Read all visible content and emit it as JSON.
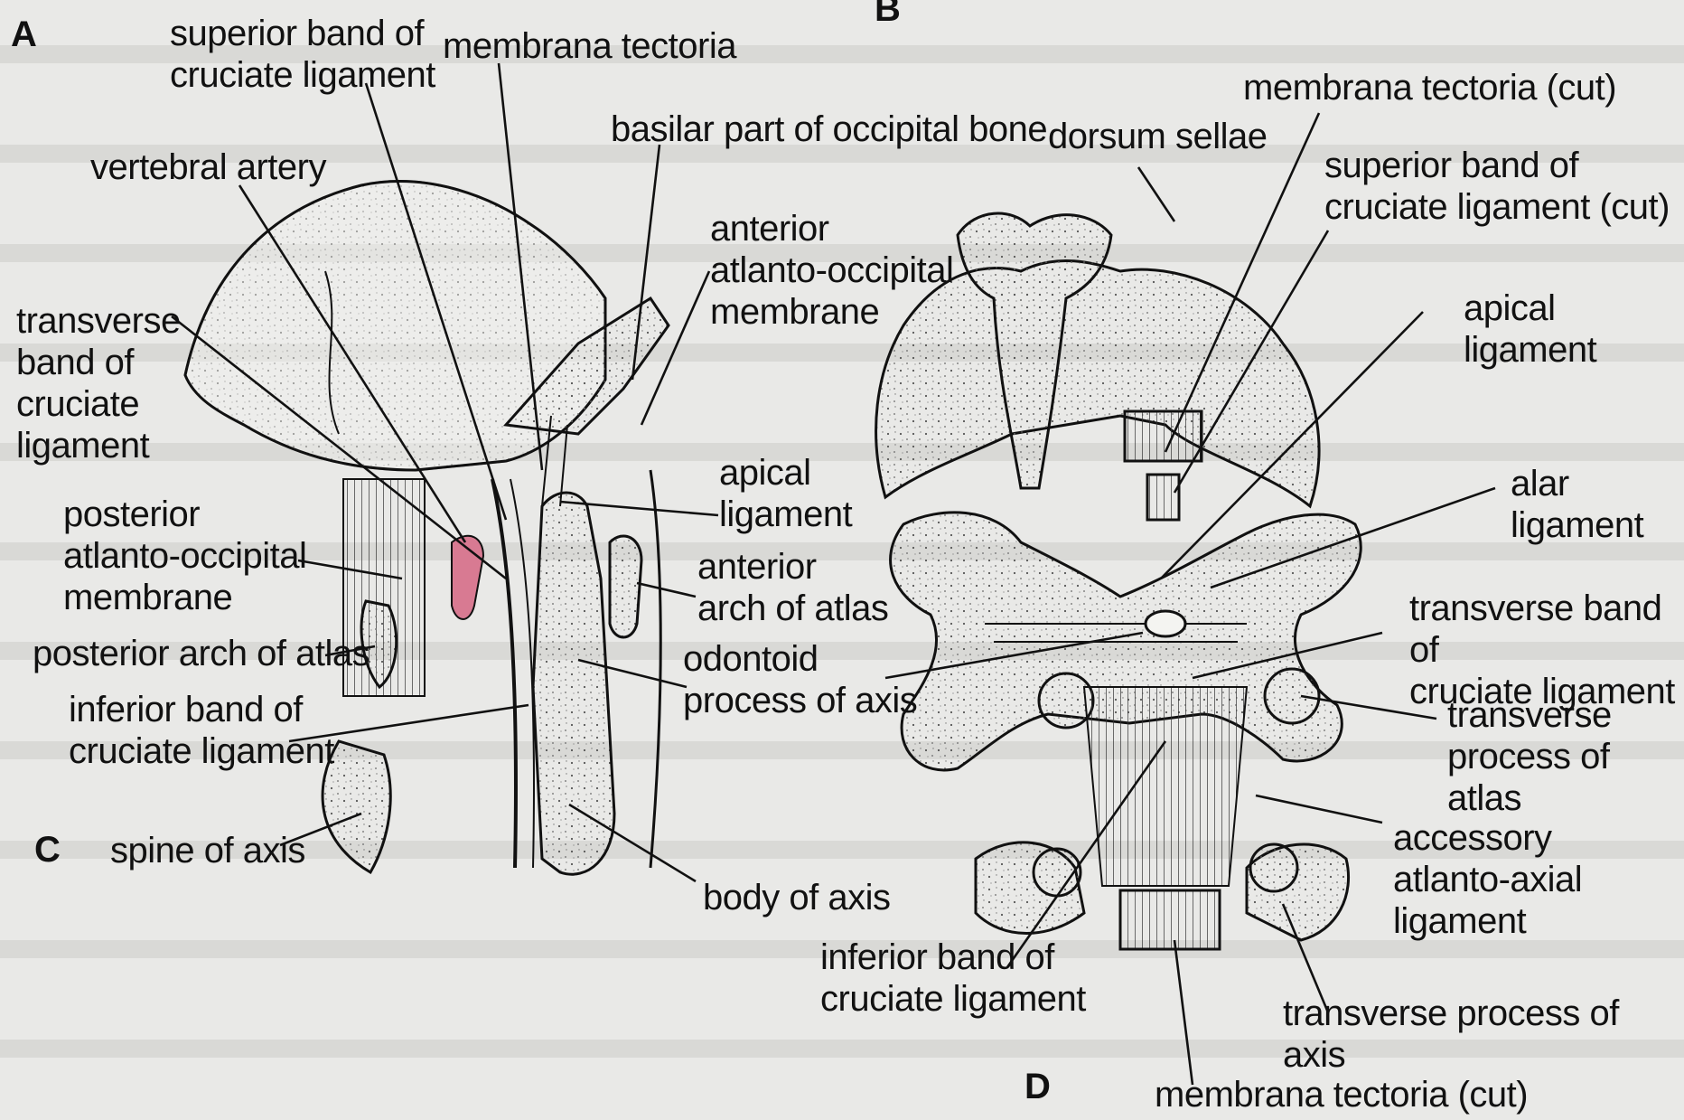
{
  "panels": {
    "a": "A",
    "b": "B",
    "c": "C",
    "d": "D"
  },
  "labels": {
    "superior_band_cruciate": "superior band of\ncruciate ligament",
    "membrana_tectoria_left": "membrana tectoria",
    "basilar_part": "basilar part of occipital bone",
    "vertebral_artery": "vertebral artery",
    "anterior_atlanto_occipital": "anterior\natlanto-occipital\nmembrane",
    "transverse_band_left": "transverse\nband of\ncruciate\nligament",
    "apical_ligament_left": "apical\nligament",
    "posterior_atlanto_occipital": "posterior\natlanto-occipital\nmembrane",
    "anterior_arch_atlas": "anterior\narch of atlas",
    "posterior_arch_atlas": "posterior arch of atlas",
    "odontoid_process": "odontoid\nprocess of axis",
    "inferior_band_left": "inferior band of\ncruciate ligament",
    "spine_of_axis": "spine of axis",
    "body_of_axis": "body of axis",
    "membrana_tectoria_cut_top": "membrana tectoria (cut)",
    "dorsum_sellae": "dorsum sellae",
    "superior_band_cut": "superior band of\ncruciate ligament (cut)",
    "apical_ligament_right": "apical ligament",
    "alar_ligament": "alar ligament",
    "transverse_band_right": "transverse band of\ncruciate ligament",
    "transverse_process_atlas": "transverse\nprocess of atlas",
    "accessory_atlanto_axial": "accessory\natlanto-axial\nligament",
    "inferior_band_right": "inferior band of\ncruciate ligament",
    "transverse_process_axis": "transverse process of axis",
    "membrana_tectoria_cut_bottom": "membrana tectoria (cut)"
  },
  "colors": {
    "vertebral_artery": "#d87a92",
    "ink": "#111111",
    "bone": "#f4f4f1"
  }
}
